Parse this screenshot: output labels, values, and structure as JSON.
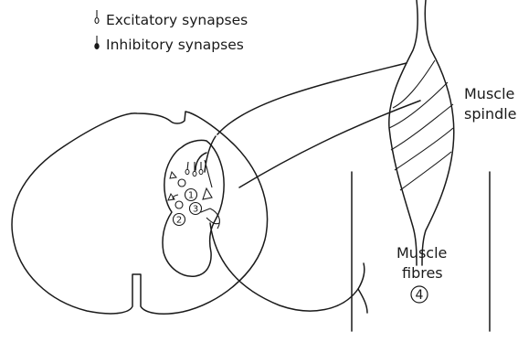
{
  "legend": {
    "excitatory_label": "Excitatory synapses",
    "inhibitory_label": "Inhibitory synapses",
    "excitatory_icon": "open-knob-terminal-icon",
    "inhibitory_icon": "filled-knob-terminal-icon"
  },
  "labels": {
    "spindle_line1": "Muscle",
    "spindle_line2": "spindle",
    "fibres_line1": "Muscle",
    "fibres_line2": "fibres",
    "num1": "1",
    "num2": "2",
    "num3": "3",
    "num4": "4"
  },
  "colors": {
    "ink": "#1a1a1a",
    "background": "#ffffff"
  }
}
